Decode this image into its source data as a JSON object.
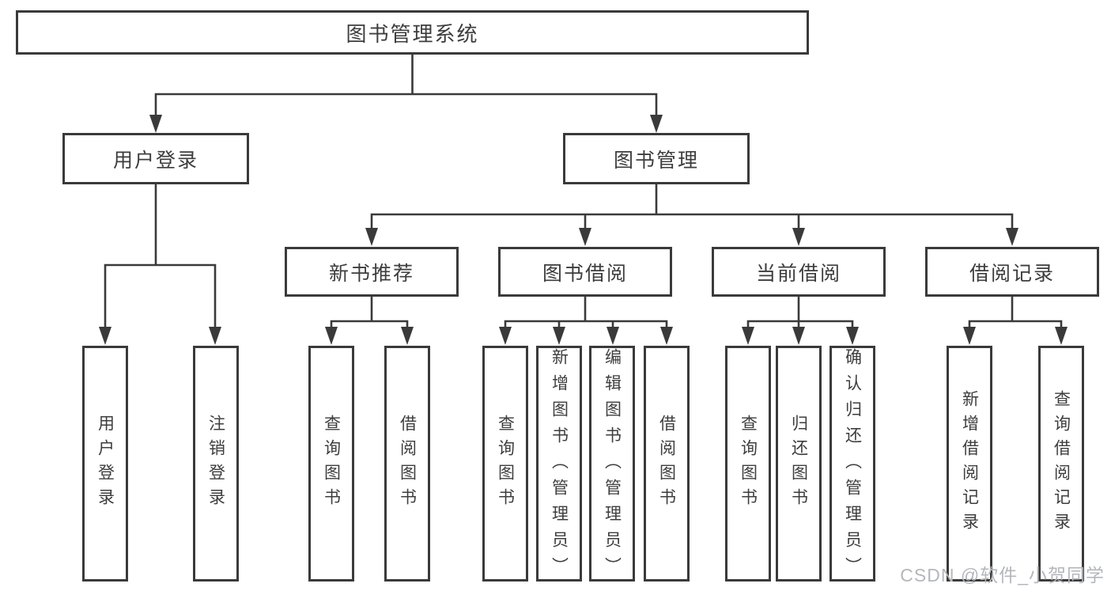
{
  "colors": {
    "line": "#3a3a3a",
    "text": "#3d3d3d",
    "watermark": "#b4b7bb",
    "background": "#ffffff"
  },
  "diagram": {
    "root": {
      "label": "图书管理系统"
    },
    "branches": [
      {
        "label": "用户登录",
        "children": [
          {
            "label": "用户登录"
          },
          {
            "label": "注销登录"
          }
        ]
      },
      {
        "label": "图书管理",
        "sections": [
          {
            "label": "新书推荐",
            "children": [
              {
                "label": "查询图书"
              },
              {
                "label": "借阅图书"
              }
            ]
          },
          {
            "label": "图书借阅",
            "children": [
              {
                "label": "查询图书"
              },
              {
                "label": "新增图书（管理员）"
              },
              {
                "label": "编辑图书（管理员）"
              },
              {
                "label": "借阅图书"
              }
            ]
          },
          {
            "label": "当前借阅",
            "children": [
              {
                "label": "查询图书"
              },
              {
                "label": "归还图书"
              },
              {
                "label": "确认归还（管理员）"
              }
            ]
          },
          {
            "label": "借阅记录",
            "children": [
              {
                "label": "新增借阅记录"
              },
              {
                "label": "查询借阅记录"
              }
            ]
          }
        ]
      }
    ],
    "watermark": "CSDN @软件_小贺同学"
  }
}
